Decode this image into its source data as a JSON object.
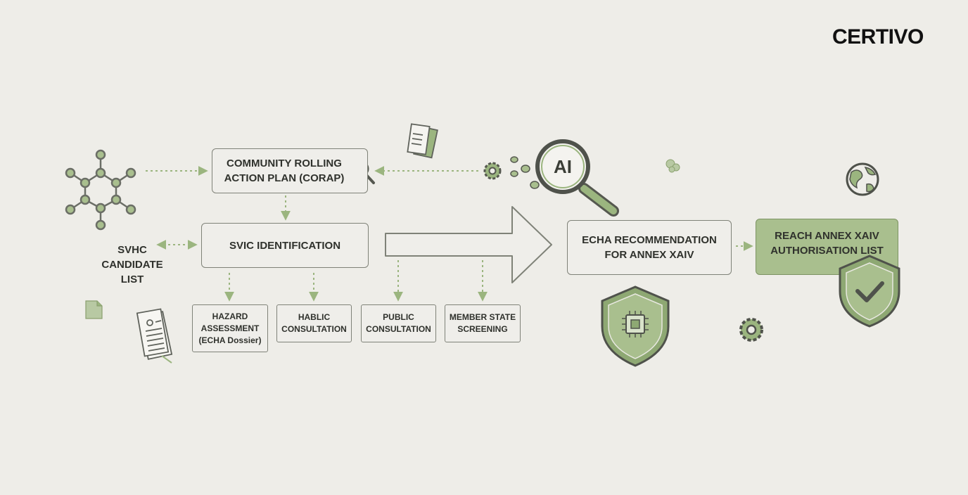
{
  "brand": {
    "logo_text": "CERTIVO"
  },
  "nodes": {
    "corap": [
      "COMMUNITY ROLLING",
      "ACTION PLAN (CORAP)"
    ],
    "svic": "SVIC IDENTIFICATION",
    "svhc": [
      "SVHC",
      "CANDIDATE",
      "LIST"
    ],
    "echa": [
      "ECHA RECOMMENDATION",
      "FOR ANNEX XAIV"
    ],
    "reach": [
      "REACH ANNEX XAIV",
      "AUTHORISATION LIST"
    ],
    "hazard": [
      "HAZARD",
      "ASSESSMENT",
      "(ECHA Dossier)"
    ],
    "hablic": [
      "HABLIC",
      "CONSULTATION"
    ],
    "public": [
      "PUBLIC",
      "CONSULTATION"
    ],
    "member": [
      "MEMBER STATE",
      "SCREENING"
    ]
  },
  "icons": {
    "magnifier_label": "AI"
  },
  "colors": {
    "accent": "#9bb57f",
    "accent_dark": "#6e8a55",
    "line": "#7f8278",
    "text": "#2f312c",
    "background": "#eeede8"
  }
}
